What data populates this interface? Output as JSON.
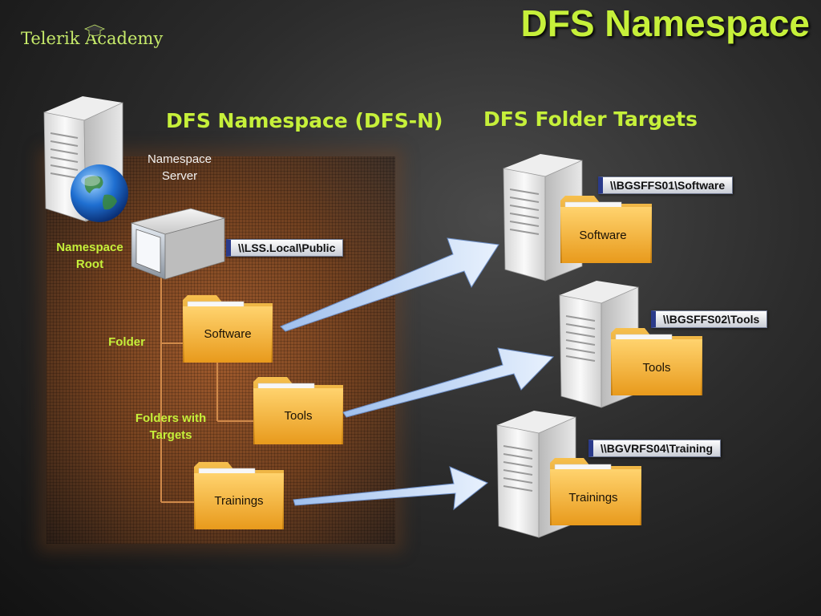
{
  "slide": {
    "title": "DFS Namespace",
    "brand": "Telerik Academy"
  },
  "headings": {
    "left": "DFS Namespace (DFS-N)",
    "right": "DFS Folder Targets"
  },
  "labels": {
    "namespace_server": [
      "Namespace",
      "Server"
    ],
    "namespace_root": [
      "Namespace",
      "Root"
    ],
    "folder": "Folder",
    "folders_with_targets": [
      "Folders with",
      "Targets"
    ]
  },
  "namespace_path": "\\\\LSS.Local\\Public",
  "namespace_folders": [
    {
      "name": "Software"
    },
    {
      "name": "Tools"
    },
    {
      "name": "Trainings"
    }
  ],
  "targets": [
    {
      "folder": "Software",
      "path": "\\\\BGSFFS01\\Software"
    },
    {
      "folder": "Tools",
      "path": "\\\\BGSFFS02\\Tools"
    },
    {
      "folder": "Trainings",
      "path": "\\\\BGVRFS04\\Training"
    }
  ],
  "icons": [
    "server-icon",
    "globe-icon",
    "storage-box-icon",
    "folder-icon",
    "arrow-icon",
    "graduation-cap-icon"
  ],
  "colors": {
    "accent": "#c6f03a",
    "folder": "#f4b43a",
    "panel": "#a85e2d",
    "arrow": "#c7dcf7"
  }
}
